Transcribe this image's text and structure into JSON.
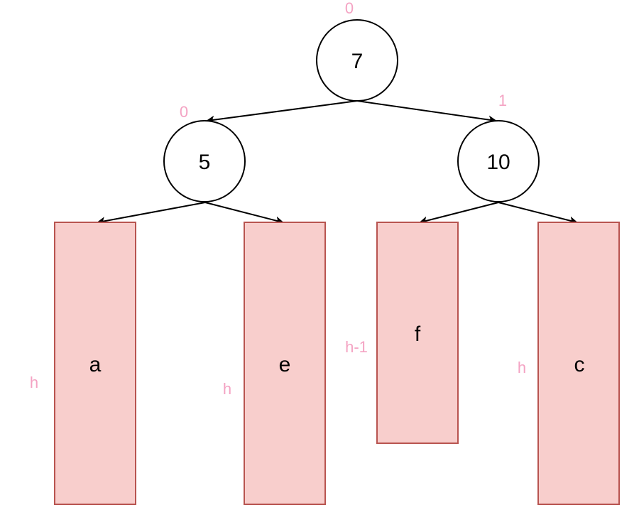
{
  "colors": {
    "background": "#ffffff",
    "node_stroke": "#000000",
    "edge": "#000000",
    "subtree_fill": "#f8cecc",
    "subtree_stroke": "#b85450",
    "annotation": "#f4a3c3"
  },
  "nodes": [
    {
      "id": "root",
      "label": "7",
      "balance": "0"
    },
    {
      "id": "left",
      "label": "5",
      "balance": "0"
    },
    {
      "id": "right",
      "label": "10",
      "balance": "1"
    }
  ],
  "subtrees": [
    {
      "id": "a",
      "label": "a",
      "height": "h"
    },
    {
      "id": "e",
      "label": "e",
      "height": "h"
    },
    {
      "id": "f",
      "label": "f",
      "height": "h-1"
    },
    {
      "id": "c",
      "label": "c",
      "height": "h"
    }
  ]
}
